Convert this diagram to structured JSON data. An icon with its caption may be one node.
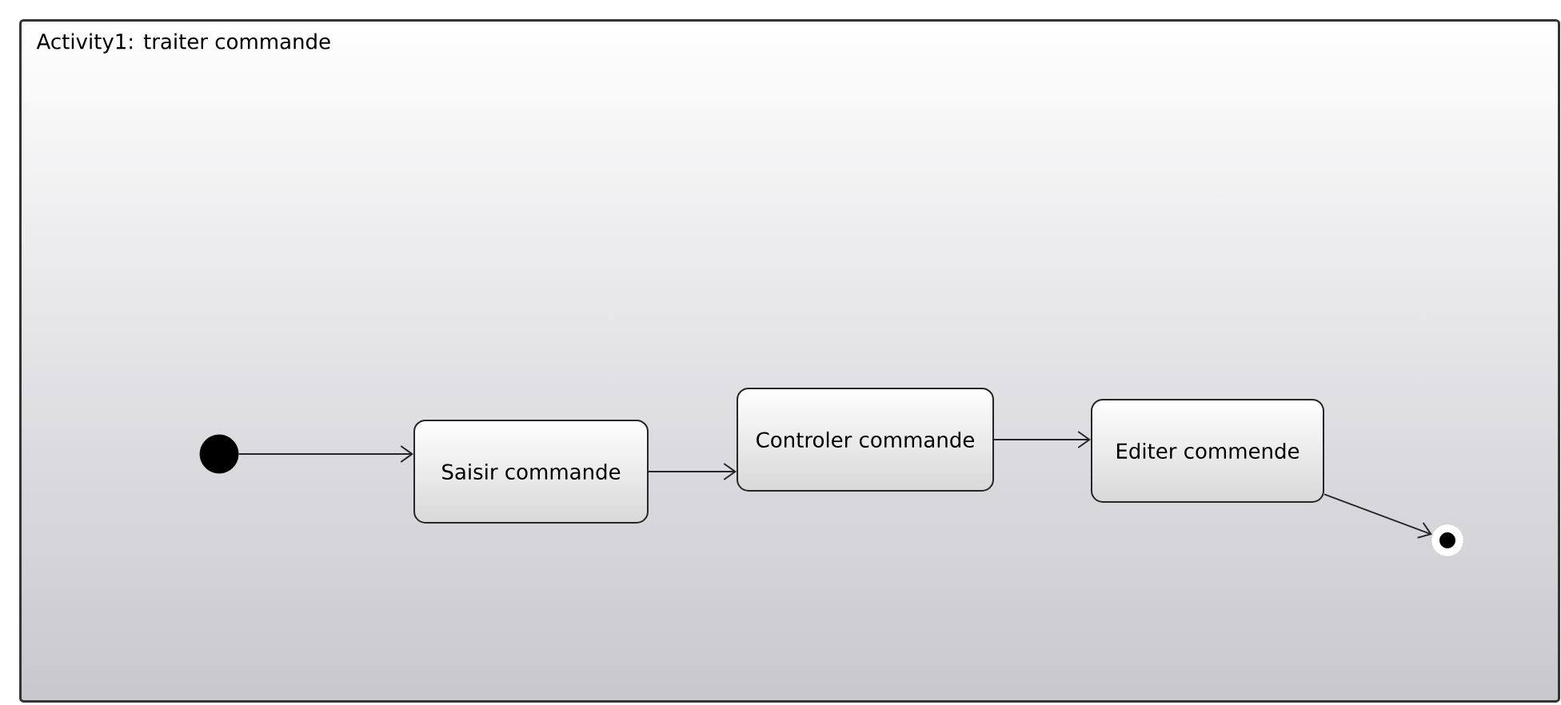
{
  "diagram": {
    "nodes": [
      {
        "text": [
          "Activity1: traiter commande"
        ]
      },
      {
        "text": [],
        "shape": "circle",
        "in": 0
      },
      {
        "text": [
          "Saisir commande"
        ],
        "in": 0
      },
      {
        "text": [
          "Controler commande"
        ],
        "in": 0
      },
      {
        "text": [
          "Editer commende"
        ],
        "in": 0
      },
      {
        "text": [],
        "shape": "circle",
        "in": 0
      }
    ],
    "edges": [
      {
        "from": 1,
        "to": 2,
        "arrow": "to"
      },
      {
        "from": 2,
        "to": 3,
        "arrow": "to"
      },
      {
        "from": 3,
        "to": 4,
        "arrow": "to"
      },
      {
        "from": 4,
        "to": 5,
        "arrow": "to"
      }
    ]
  }
}
